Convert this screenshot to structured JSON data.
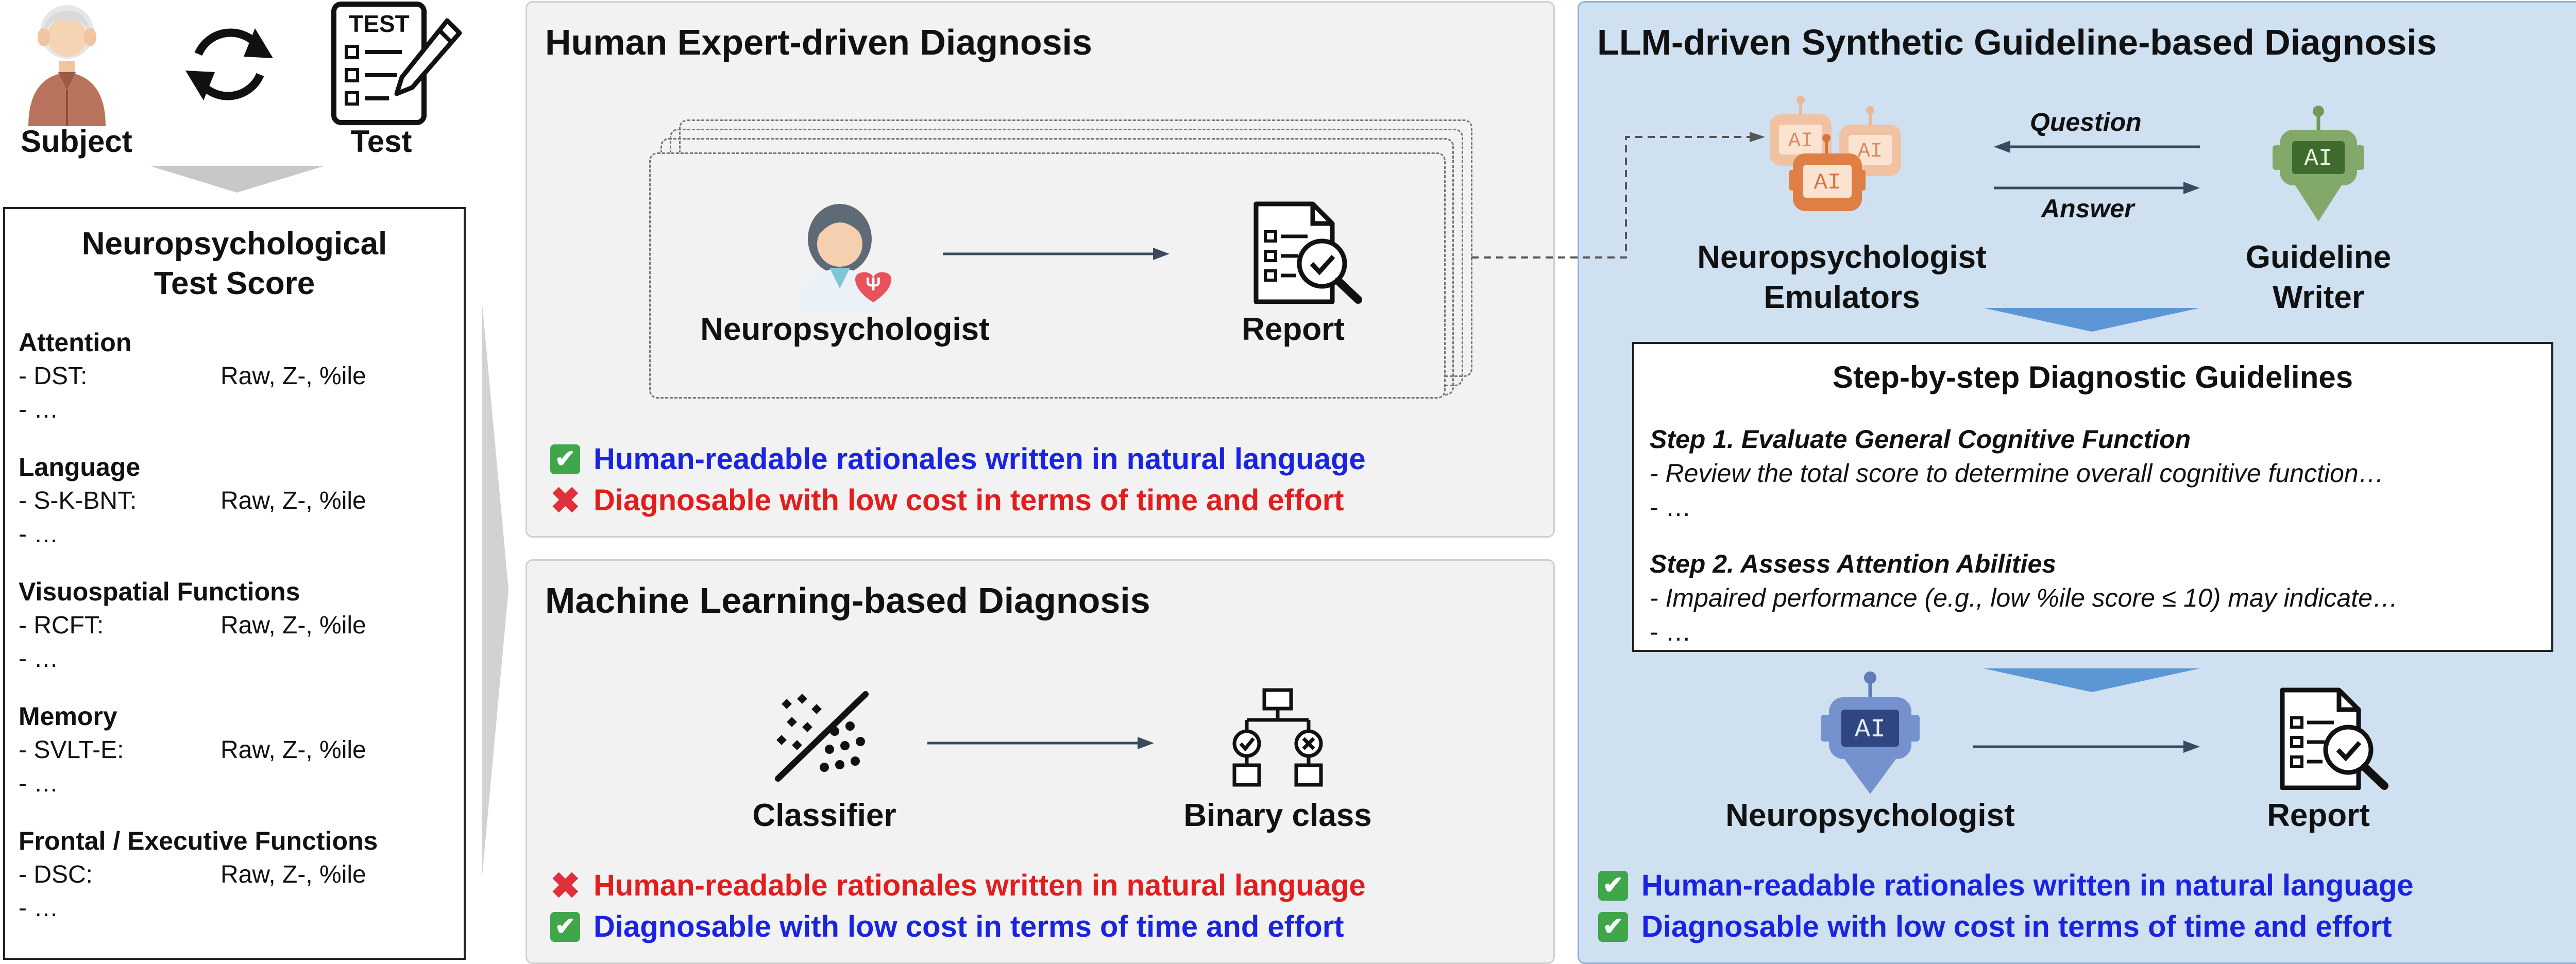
{
  "left": {
    "subject_label": "Subject",
    "test_label": "Test",
    "test_badge": "TEST",
    "score_title_1": "Neuropsychological",
    "score_title_2": "Test Score",
    "sections": [
      {
        "title": "Attention",
        "item": "- DST:",
        "value": "Raw, Z-, %ile",
        "more": "- …"
      },
      {
        "title": "Language",
        "item": "- S-K-BNT:",
        "value": "Raw, Z-, %ile",
        "more": "- …"
      },
      {
        "title": "Visuospatial Functions",
        "item": "- RCFT:",
        "value": "Raw, Z-, %ile",
        "more": "- …"
      },
      {
        "title": "Memory",
        "item": "- SVLT-E:",
        "value": "Raw, Z-, %ile",
        "more": "- …"
      },
      {
        "title": "Frontal / Executive Functions",
        "item": "- DSC:",
        "value": "Raw, Z-, %ile",
        "more": "- …"
      }
    ]
  },
  "human": {
    "title": "Human Expert-driven Diagnosis",
    "neuro_label": "Neuropsychologist",
    "report_label": "Report",
    "line1": "Human-readable rationales written in natural language",
    "line2": "Diagnosable with low cost in terms of time and effort"
  },
  "ml": {
    "title": "Machine Learning-based Diagnosis",
    "classifier_label": "Classifier",
    "binary_label": "Binary class",
    "line1": "Human-readable rationales written in natural language",
    "line2": "Diagnosable with low cost in terms of time and effort"
  },
  "llm": {
    "title": "LLM-driven Synthetic Guideline-based Diagnosis",
    "question": "Question",
    "answer": "Answer",
    "emulators_1": "Neuropsychologist",
    "emulators_2": "Emulators",
    "writer_1": "Guideline",
    "writer_2": "Writer",
    "ai_text": "AI",
    "guidelines_title": "Step-by-step Diagnostic Guidelines",
    "step1_title": "Step 1. Evaluate General Cognitive Function",
    "step1_line": "- Review the total score to determine overall cognitive function…",
    "step1_more": "- …",
    "step2_title": "Step 2. Assess Attention Abilities",
    "step2_line": "- Impaired performance (e.g., low %ile score ≤ 10) may indicate…",
    "step2_more": "- …",
    "neuro_label": "Neuropsychologist",
    "report_label": "Report",
    "line1": "Human-readable rationales written in natural language",
    "line2": "Diagnosable with low cost in terms of time and effort"
  },
  "icons": {
    "check": "check-icon",
    "cross": "cross-icon"
  },
  "colors": {
    "positive_text": "#1a24e0",
    "negative_text": "#e21d1d",
    "check_green": "#3fa64a",
    "llm_panel": "#cfe0f1",
    "gray_panel": "#f2f2f2"
  }
}
